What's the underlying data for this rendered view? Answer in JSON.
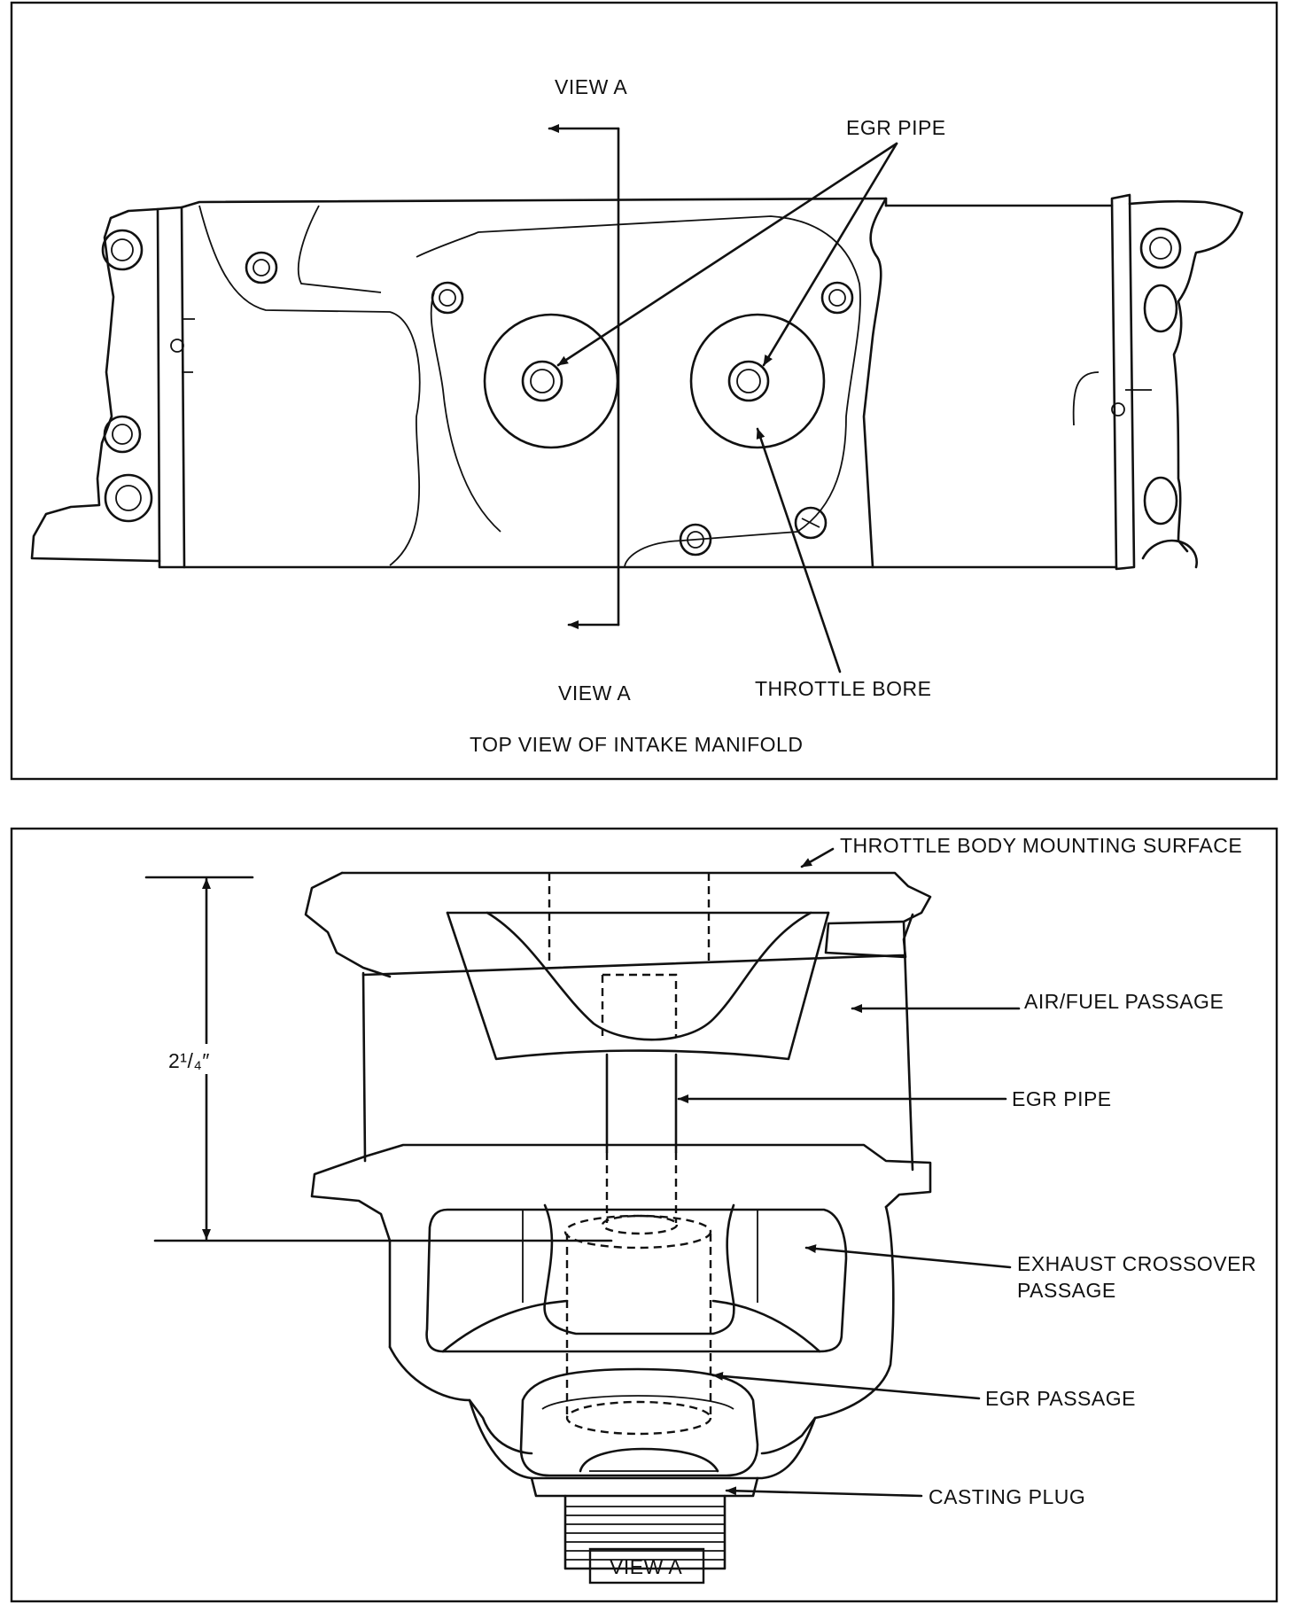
{
  "top_panel": {
    "view_a_top": "VIEW A",
    "view_a_bottom": "VIEW A",
    "egr_pipe": "EGR PIPE",
    "throttle_bore": "THROTTLE BORE",
    "caption": "TOP VIEW OF INTAKE MANIFOLD"
  },
  "bottom_panel": {
    "mounting_surface": "THROTTLE BODY MOUNTING SURFACE",
    "air_fuel_passage": "AIR/FUEL PASSAGE",
    "egr_pipe": "EGR PIPE",
    "exhaust_crossover_line1": "EXHAUST CROSSOVER",
    "exhaust_crossover_line2": "PASSAGE",
    "egr_passage": "EGR PASSAGE",
    "casting_plug": "CASTING PLUG",
    "dimension": "2¹/₄″",
    "view_label": "VIEW A"
  }
}
